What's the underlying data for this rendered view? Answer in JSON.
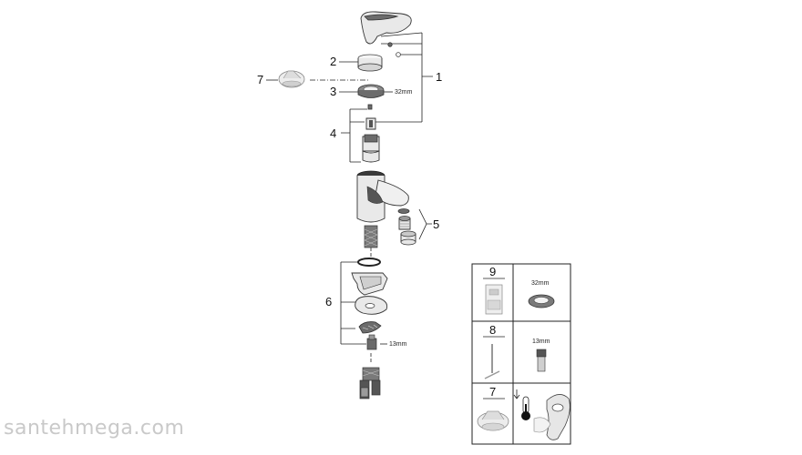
{
  "callouts": {
    "c1": "1",
    "c2": "2",
    "c3": "3",
    "c4": "4",
    "c5": "5",
    "c6": "6",
    "c7": "7"
  },
  "dimensions": {
    "nut_32": "32mm",
    "nut_13": "13mm"
  },
  "tools_table": {
    "row9": {
      "number": "9",
      "dimension": "32mm"
    },
    "row8": {
      "number": "8",
      "dimension": "13mm"
    },
    "row7": {
      "number": "7"
    }
  },
  "watermark": "santehmega.com"
}
